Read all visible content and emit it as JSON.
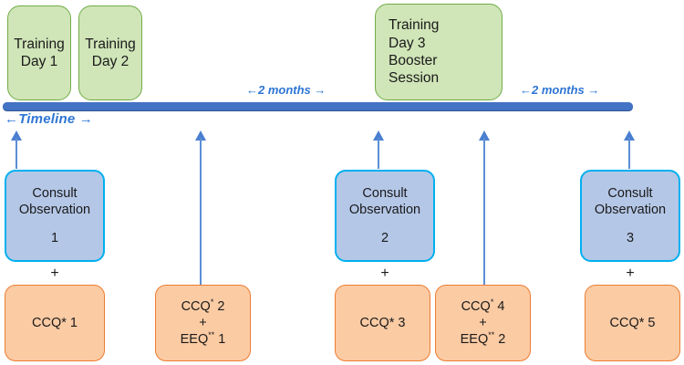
{
  "diagram": {
    "title": "Study timeline with training days, consult observations and questionnaires",
    "colors": {
      "training_fill": "#d0e5b8",
      "training_border": "#70ad47",
      "consult_fill": "#b4c7e7",
      "consult_border": "#00b0f0",
      "questionnaire_fill": "#fbcba4",
      "questionnaire_border": "#ed7d31",
      "timeline_bar": "#4472c4",
      "arrow": "#5b8ed6",
      "label_text": "#2e75d4"
    }
  },
  "timeline": {
    "label": "←Timeline →",
    "interval_labels": [
      {
        "text": "←2 months →"
      },
      {
        "text": "←2 months →"
      }
    ]
  },
  "training_boxes": [
    {
      "line1": "Training",
      "line2": "Day 1"
    },
    {
      "line1": "Training",
      "line2": "Day 2"
    },
    {
      "line1": "Training",
      "line2": "Day 3",
      "line3": "Booster",
      "line4": "Session"
    }
  ],
  "consult_boxes": [
    {
      "line1": "Consult",
      "line2": "Observation",
      "number": "1"
    },
    {
      "line1": "Consult",
      "line2": "Observation",
      "number": "2"
    },
    {
      "line1": "Consult",
      "line2": "Observation",
      "number": "3"
    }
  ],
  "plus_signs": [
    {
      "text": "+"
    },
    {
      "text": "+"
    },
    {
      "text": "+"
    }
  ],
  "questionnaire_boxes": [
    {
      "id": "ccq1",
      "label": "CCQ* 1",
      "ccq": "CCQ",
      "ccq_mark": "*",
      "ccq_num": " 1"
    },
    {
      "id": "ccq2-eeq1",
      "label": "CCQ* 2 + EEQ** 1",
      "ccq": "CCQ",
      "ccq_mark": "*",
      "ccq_num": " 2",
      "plus": "+",
      "eeq": "EEQ",
      "eeq_mark": "**",
      "eeq_num": " 1"
    },
    {
      "id": "ccq3",
      "label": "CCQ* 3",
      "ccq": "CCQ",
      "ccq_mark": "*",
      "ccq_num": " 3"
    },
    {
      "id": "ccq4-eeq2",
      "label": "CCQ* 4 + EEQ** 2",
      "ccq": "CCQ",
      "ccq_mark": "*",
      "ccq_num": " 4",
      "plus": "+",
      "eeq": "EEQ",
      "eeq_mark": "**",
      "eeq_num": " 2"
    },
    {
      "id": "ccq5",
      "label": "CCQ* 5",
      "ccq": "CCQ",
      "ccq_mark": "*",
      "ccq_num": " 5"
    }
  ]
}
